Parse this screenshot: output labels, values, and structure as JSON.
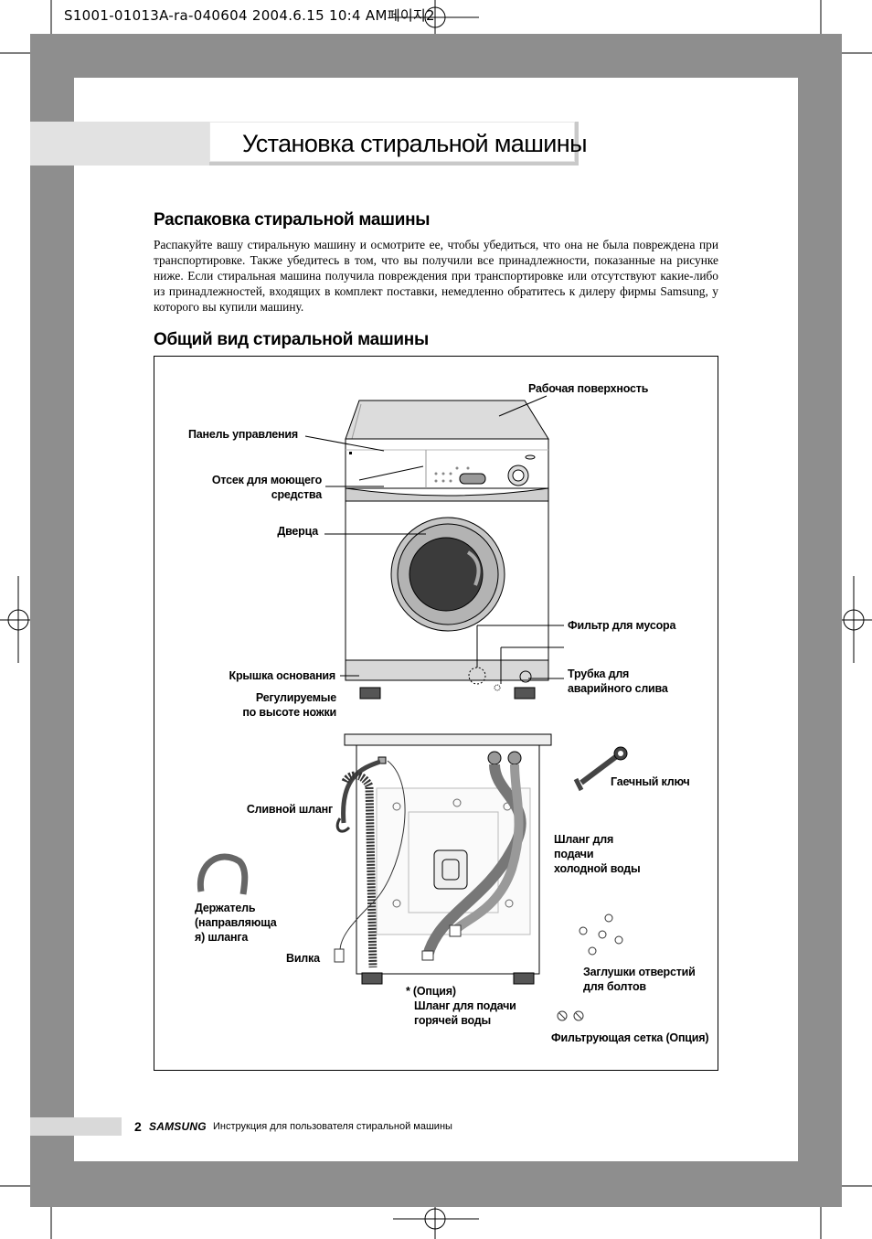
{
  "print_header": "S1001-01013A-ra-040604  2004.6.15 10:4 AM페이지2",
  "section_title": "Установка стиральной машины",
  "unpacking": {
    "heading": "Распаковка стиральной машины",
    "text": "Распакуйте вашу стиральную машину и осмотрите ее, чтобы убедиться, что она не была повреждена при транспортировке. Также убедитесь в том, что вы получили все принадлежности, показанные на рисунке ниже. Если стиральная машина получила повреждения при транспортировке или отсутствуют какие-либо из принадлежностей, входящих в комплект поставки, немедленно обратитесь к дилеру фирмы Samsung, у которого вы купили машину."
  },
  "overview": {
    "heading": "Общий вид стиральной машины",
    "labels": {
      "work_surface": "Рабочая поверхность",
      "control_panel": "Панель управления",
      "detergent_line1": "Отсек для моющего",
      "detergent_line2": "средства",
      "door": "Дверца",
      "debris_filter": "Фильтр для мусора",
      "base_cover": "Крышка основания",
      "drain_tube_line1": "Трубка для",
      "drain_tube_line2": "аварийного слива",
      "feet_line1": "Регулируемые",
      "feet_line2": "по высоте ножки",
      "wrench": "Гаечный ключ",
      "drain_hose": "Сливной шланг",
      "cold_hose_line1": "Шланг для",
      "cold_hose_line2": "подачи",
      "cold_hose_line3": "холодной воды",
      "holder_line1": "Держатель",
      "holder_line2": "(направляюща",
      "holder_line3": "я) шланга",
      "plug": "Вилка",
      "caps_line1": "Заглушки отверстий",
      "caps_line2": "для болтов",
      "option_line1": "* (Опция)",
      "option_line2": "Шланг для подачи",
      "option_line3": "горячей воды",
      "filter_mesh": "Фильтрующая сетка (Опция)"
    }
  },
  "footer": {
    "page_number": "2",
    "brand": "SAMSUNG",
    "text": "Инструкция для пользователя стиральной машины"
  }
}
